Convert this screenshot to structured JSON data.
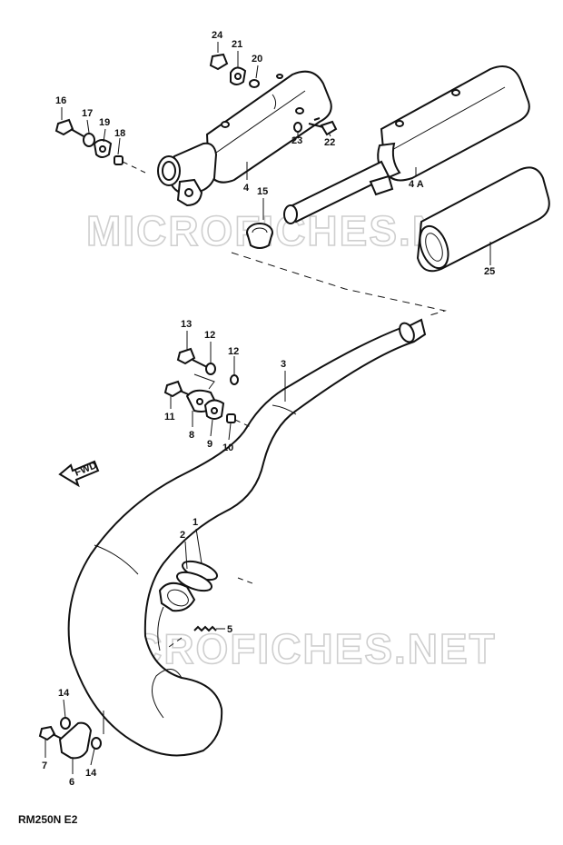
{
  "watermark": "MICROFICHES.NET",
  "model_code": "RM250N E2",
  "front_marker": "FWD",
  "callouts": {
    "p24": "24",
    "p21": "21",
    "p20": "20",
    "p16": "16",
    "p17": "17",
    "p19": "19",
    "p18": "18",
    "p23": "23",
    "p22": "22",
    "p4": "4",
    "p15": "15",
    "p4a": "4 A",
    "p25": "25",
    "p13": "13",
    "p12a": "12",
    "p12b": "12",
    "p11": "11",
    "p8": "8",
    "p9": "9",
    "p10": "10",
    "p3": "3",
    "p2": "2",
    "p1": "1",
    "p5": "5",
    "p14a": "14",
    "p7": "7",
    "p6": "6",
    "p14b": "14"
  }
}
